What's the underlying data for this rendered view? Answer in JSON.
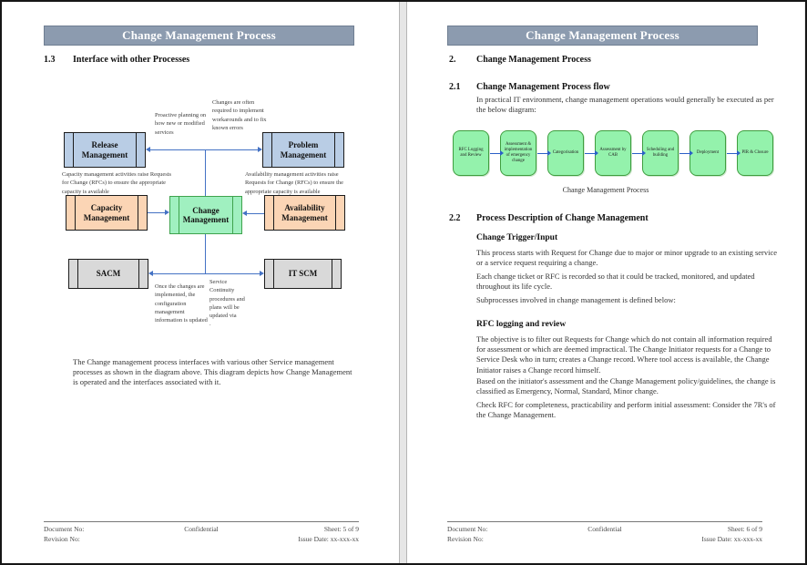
{
  "colors": {
    "banner_bg": "#8C9BAF",
    "arrow_blue": "#4472C4",
    "box_blue": "#B9CDE5",
    "box_peach": "#FBD5B5",
    "box_gray": "#D9D9D9",
    "box_green": "#A0F0C0",
    "flow_green": "#94F2AC"
  },
  "left_page": {
    "banner": "Change Management Process",
    "section": {
      "number": "1.3",
      "title": "Interface with other Processes"
    },
    "diagram": {
      "boxes": {
        "release": "Release Management",
        "problem": "Problem Management",
        "capacity": "Capacity Management",
        "change": "Change Management",
        "availability": "Availability Management",
        "sacm": "SACM",
        "itscm": "IT SCM"
      },
      "annotations": {
        "proactive": "Proactive planning on how new or modified services",
        "changes": "Changes are often required to implement workarounds and to fix known errors",
        "capacity_note": "Capacity management activities raise Requests for Change (RFCs) to ensure the appropriate capacity is available",
        "availability_note": "Availability management activities raise Requests for Change (RFCs) to ensure the appropriate capacity is available",
        "sacm_note": "Once the changes are implemented, the configuration management information is updated",
        "itscm_note": "Service\nContinuity\nprocedures and\nplans will be\nupdated via\n."
      }
    },
    "paragraph": "The Change management process interfaces with various other Service management processes as shown in the diagram above. This diagram depicts how Change Management is operated and the interfaces associated with it.",
    "footer": {
      "document_no": "Document No:",
      "revision_no": "Revision No:",
      "confidential": "Confidential",
      "sheet": "Sheet: 5 of 9",
      "issue_date": "Issue Date: xx-xxx-xx"
    }
  },
  "right_page": {
    "banner": "Change Management Process",
    "heading2": {
      "number": "2.",
      "title": "Change Management Process"
    },
    "section21": {
      "number": "2.1",
      "title": "Change Management Process flow",
      "intro": "In practical IT environment, change management operations would generally be executed as per the below diagram:"
    },
    "flow": {
      "steps": [
        "RFC Logging and Review",
        "Assessment  & implementation of emergency change",
        "Categorisation",
        "Assessment by CAB",
        "Scheduling and building",
        "Deployment",
        "PIR & Closure"
      ],
      "caption": "Change Management Process"
    },
    "section22": {
      "number": "2.2",
      "title": "Process Description of Change Management",
      "trigger_heading": "Change Trigger/Input",
      "trigger_p1": "This process starts with Request for Change due to major or minor upgrade to an existing service or a service request requiring a change.",
      "trigger_p2": "Each change ticket or RFC is recorded so that it could be tracked, monitored, and updated throughout its life cycle.",
      "trigger_p3": "Subprocesses involved in change management is defined below:",
      "rfc_heading": "RFC logging and review",
      "rfc_p1": "The objective is to filter out Requests for Change which do not contain all information required for assessment or which are deemed impractical. The Change Initiator requests for a Change to Service Desk who in turn; creates a Change record. Where tool access is available, the Change Initiator raises a Change record himself.",
      "rfc_p2": "Based on the initiator's assessment and the Change Management policy/guidelines, the change is classified as Emergency, Normal, Standard, Minor change.",
      "rfc_p3": "Check RFC for completeness, practicability and perform initial assessment: Consider the 7R's of the Change Management."
    },
    "footer": {
      "document_no": "Document No:",
      "revision_no": "Revision No:",
      "confidential": "Confidential",
      "sheet": "Sheet: 6 of 9",
      "issue_date": "Issue Date: xx-xxx-xx"
    }
  }
}
